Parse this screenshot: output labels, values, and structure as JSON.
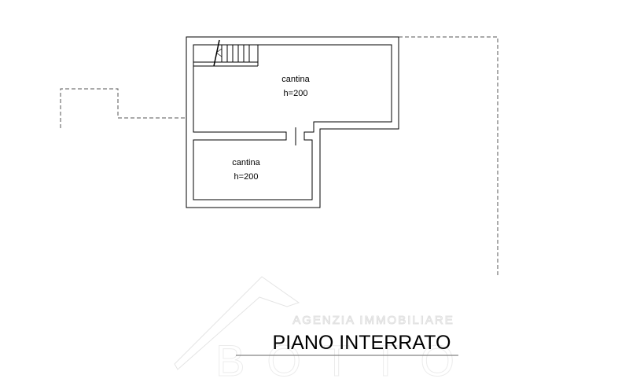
{
  "rooms": [
    {
      "name": "cantina",
      "height": "h=200"
    },
    {
      "name": "cantina",
      "height": "h=200"
    }
  ],
  "title": "PIANO INTERRATO",
  "watermark": {
    "line1": "AGENZIA IMMOBILIARE",
    "line2": "BOTTO"
  },
  "colors": {
    "wall": "#000000",
    "dashed": "#555555",
    "watermark": "#e6e6e6"
  }
}
